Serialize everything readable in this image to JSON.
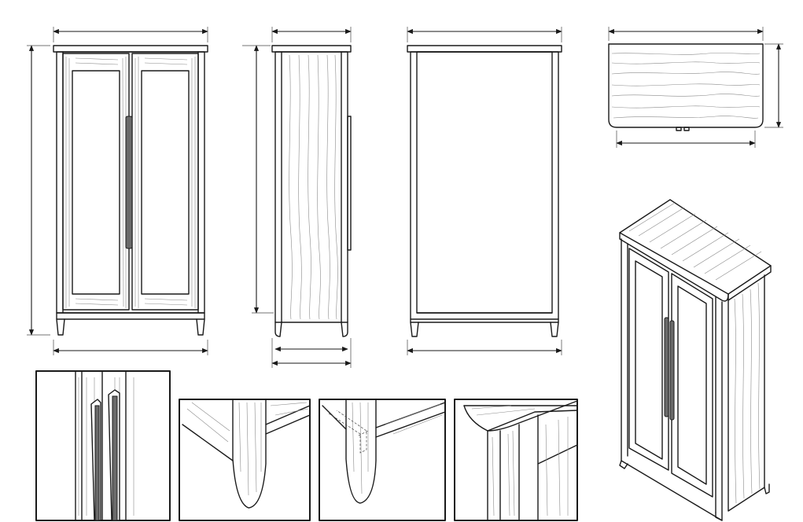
{
  "drawing": {
    "line_color": "#1a1a1a",
    "grain_color": "#8a8a8a",
    "background": "#ffffff",
    "views": [
      "front-view",
      "side-view",
      "back-view",
      "top-view",
      "isometric-view"
    ],
    "details": [
      "handle-detail",
      "leg-detail",
      "leg-joint-detail",
      "top-corner-detail"
    ]
  }
}
